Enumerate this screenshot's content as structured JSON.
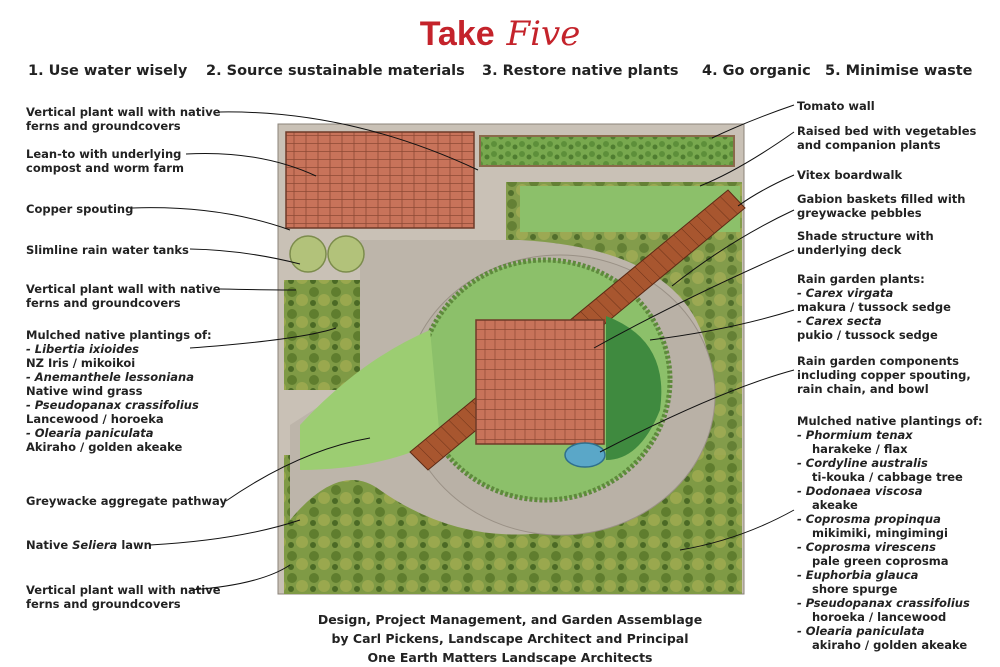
{
  "title": {
    "part1": "Take",
    "part2": "Five"
  },
  "principles": [
    "1. Use water wisely",
    "2. Source sustainable materials",
    "3. Restore native plants",
    "4. Go organic",
    "5. Minimise waste"
  ],
  "left_labels": {
    "vertical_wall_top": [
      "Vertical plant wall with native",
      "ferns and groundcovers"
    ],
    "lean_to": [
      "Lean-to with underlying",
      "compost and worm farm"
    ],
    "copper_spouting": "Copper spouting",
    "rain_tanks": "Slimline rain water tanks",
    "vertical_wall_mid": [
      "Vertical plant wall with native",
      "ferns and groundcovers"
    ],
    "mulched_left": {
      "heading": "Mulched native plantings of:",
      "items": [
        {
          "latin": "- Libertia ixioides",
          "common": "NZ Iris / mikoikoi"
        },
        {
          "latin": "- Anemanthele lessoniana",
          "common": "Native wind grass"
        },
        {
          "latin": "- Pseudopanax crassifolius",
          "common": "Lancewood / horoeka"
        },
        {
          "latin": "- Olearia paniculata",
          "common": "Akiraho / golden akeake"
        }
      ]
    },
    "pathway": "Greywacke aggregate pathway",
    "lawn": {
      "before": "Native ",
      "italic": "Seliera",
      "after": " lawn"
    },
    "vertical_wall_bottom": [
      "Vertical plant wall with native",
      "ferns and groundcovers"
    ]
  },
  "right_labels": {
    "tomato_wall": "Tomato wall",
    "raised_bed": [
      "Raised bed with vegetables",
      "and companion plants"
    ],
    "boardwalk": "Vitex boardwalk",
    "gabion": [
      "Gabion baskets filled with",
      "greywacke pebbles"
    ],
    "shade": [
      "Shade structure with",
      "underlying deck"
    ],
    "rain_garden_plants": {
      "heading": "Rain garden plants:",
      "items": [
        {
          "latin": "- Carex virgata",
          "common": "makura / tussock sedge"
        },
        {
          "latin": "- Carex secta",
          "common": "pukio / tussock sedge"
        }
      ]
    },
    "rain_components": [
      "Rain garden components",
      "including copper spouting,",
      "rain chain, and bowl"
    ],
    "mulched_right": {
      "heading": "Mulched native plantings of:",
      "items": [
        {
          "latin": "- Phormium tenax",
          "common": "harakeke / flax"
        },
        {
          "latin": "- Cordyline australis",
          "common": "ti-kouka / cabbage tree"
        },
        {
          "latin": "- Dodonaea viscosa",
          "common": "akeake"
        },
        {
          "latin": "- Coprosma propinqua",
          "common": "mikimiki, mingimingi"
        },
        {
          "latin": "- Coprosma virescens",
          "common": "pale green coprosma"
        },
        {
          "latin": "- Euphorbia glauca",
          "common": "shore spurge"
        },
        {
          "latin": "- Pseudopanax crassifolius",
          "common": "horoeka / lancewood"
        },
        {
          "latin": "- Olearia paniculata",
          "common": "akiraho / golden akeake"
        }
      ]
    }
  },
  "credit": [
    "Design, Project Management, and Garden Assemblage",
    "by Carl Pickens, Landscape Architect and Principal",
    "One Earth Matters Landscape Architects"
  ],
  "colors": {
    "title": "#c4232b",
    "roof": "#c8735a",
    "lawn": "#8cc06a",
    "path": "#b9b1a6",
    "boardwalk": "#a8562f",
    "planting": "#6d8f3c"
  }
}
